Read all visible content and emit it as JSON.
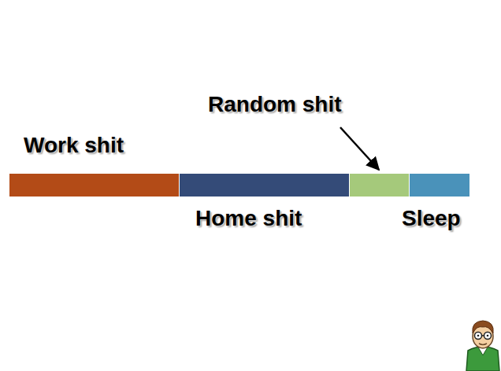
{
  "diagram": {
    "nodes": [
      {
        "text": [
          "Work shit"
        ]
      },
      {
        "text": [
          "Home shit"
        ]
      },
      {
        "text": [
          "Random shit"
        ]
      },
      {
        "text": [
          "Sleep"
        ]
      }
    ]
  }
}
